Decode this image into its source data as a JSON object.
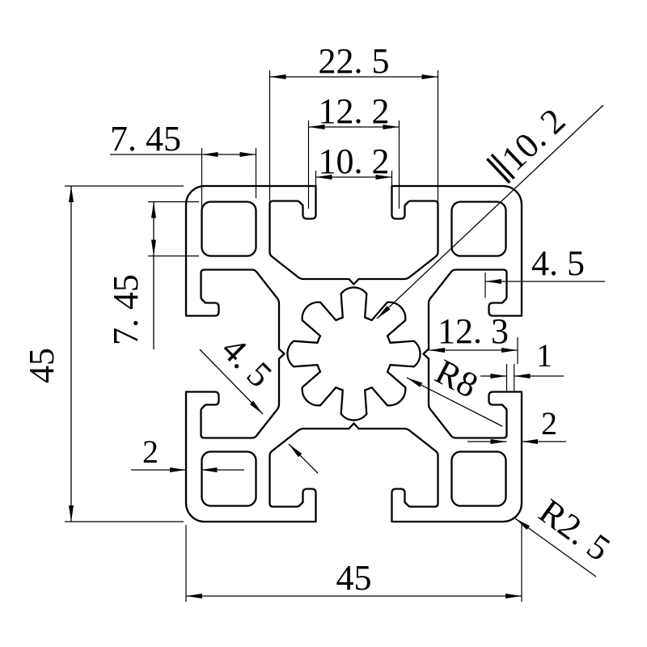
{
  "drawing": {
    "kind": "aluminum-extrusion-profile-cross-section",
    "colors": {
      "line": "#000000",
      "background": "#ffffff"
    },
    "dims": {
      "top_slot_span": "22. 5",
      "top_slot_throat": "12. 2",
      "top_slot_opening": "10. 2",
      "corner_pocket_width": "7. 45",
      "center_bore_diameter": "∥10. 2",
      "side_slot_depth": "4. 5",
      "core_to_face": "12. 3",
      "core_radius": "R8",
      "lip_step": "1",
      "side_wall": "2",
      "corner_pocket_height": "7. 45",
      "profile_height": "45",
      "web_thickness": "4. 5",
      "bottom_wall": "2",
      "profile_width": "45",
      "corner_radius": "R2. 5"
    }
  }
}
